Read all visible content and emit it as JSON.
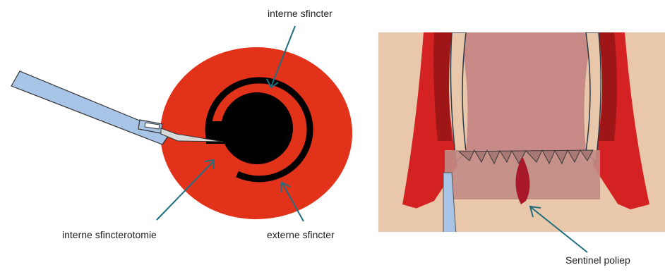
{
  "labels": {
    "internal_sphincter": "interne sfincter",
    "internal_sphincterotomy": "interne sfincterotomie",
    "external_sphincter": "externe sfincter",
    "sentinel_polyp": "Sentinel poliep"
  },
  "colors": {
    "external_sphincter": "#e2321a",
    "internal_sphincter_ring": "#000000",
    "scalpel_handle": "#a8c4e6",
    "scalpel_outline": "#333333",
    "arrow": "#1f6e80",
    "muscle_dark": "#b51e1e",
    "muscle_mid": "#d42222",
    "lumen_pink": "#c88a86",
    "tissue_beige": "#e8c7aa",
    "polyp": "#a8182a"
  },
  "icons": {
    "scalpel": "scalpel-icon"
  }
}
